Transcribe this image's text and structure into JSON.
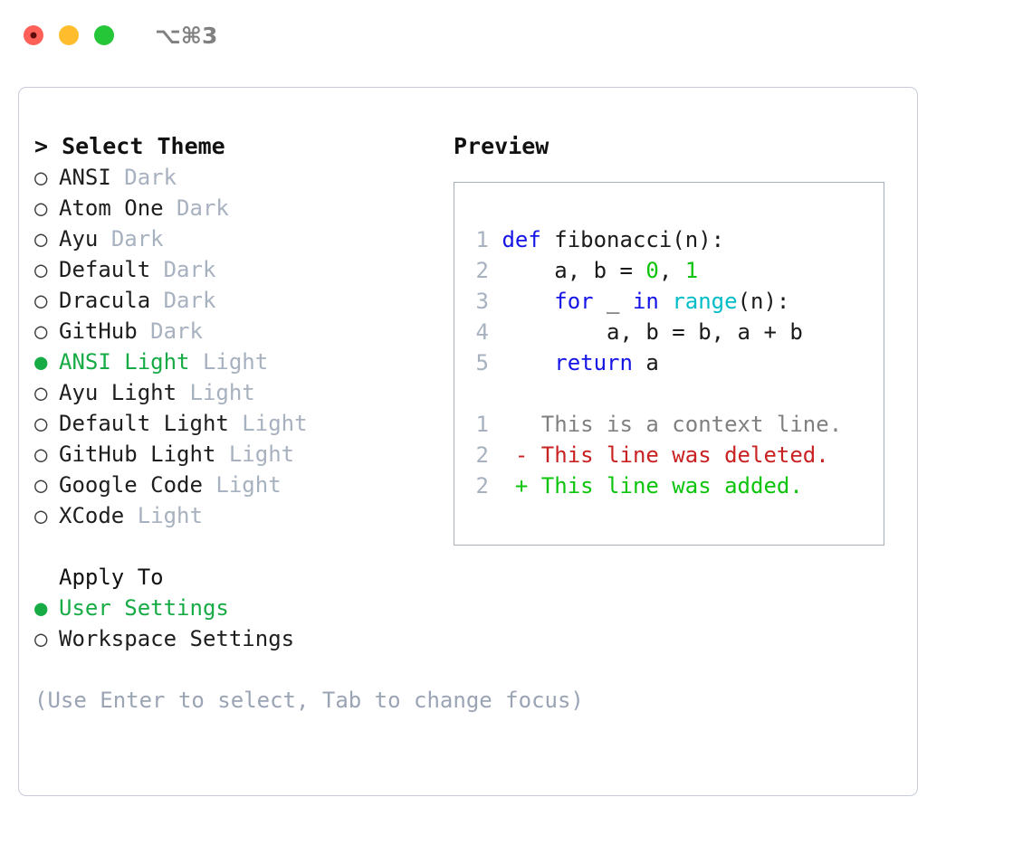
{
  "window": {
    "title": "⌥⌘3",
    "traffic_lights": [
      "close-red",
      "minimize-yellow",
      "zoom-green"
    ]
  },
  "theme_picker": {
    "header": "> Select Theme",
    "items": [
      {
        "marker": "○",
        "name": "ANSI",
        "variant": "Dark",
        "selected": false
      },
      {
        "marker": "○",
        "name": "Atom One",
        "variant": "Dark",
        "selected": false
      },
      {
        "marker": "○",
        "name": "Ayu",
        "variant": "Dark",
        "selected": false
      },
      {
        "marker": "○",
        "name": "Default",
        "variant": "Dark",
        "selected": false
      },
      {
        "marker": "○",
        "name": "Dracula",
        "variant": "Dark",
        "selected": false
      },
      {
        "marker": "○",
        "name": "GitHub",
        "variant": "Dark",
        "selected": false
      },
      {
        "marker": "●",
        "name": "ANSI Light",
        "variant": "Light",
        "selected": true
      },
      {
        "marker": "○",
        "name": "Ayu Light",
        "variant": "Light",
        "selected": false
      },
      {
        "marker": "○",
        "name": "Default Light",
        "variant": "Light",
        "selected": false
      },
      {
        "marker": "○",
        "name": "GitHub Light",
        "variant": "Light",
        "selected": false
      },
      {
        "marker": "○",
        "name": "Google Code",
        "variant": "Light",
        "selected": false
      },
      {
        "marker": "○",
        "name": "XCode",
        "variant": "Light",
        "selected": false
      }
    ]
  },
  "apply_to": {
    "header": "Apply To",
    "options": [
      {
        "marker": "●",
        "label": "User Settings",
        "selected": true
      },
      {
        "marker": "○",
        "label": "Workspace Settings",
        "selected": false
      }
    ]
  },
  "hint": "(Use Enter to select, Tab to change focus)",
  "preview": {
    "title": "Preview",
    "code_lines": [
      {
        "num": "1",
        "tokens": [
          {
            "text": "def ",
            "kind": "keyword"
          },
          {
            "text": "fibonacci(n):",
            "kind": "plain"
          }
        ]
      },
      {
        "num": "2",
        "tokens": [
          {
            "text": "    a, b = ",
            "kind": "plain"
          },
          {
            "text": "0",
            "kind": "number"
          },
          {
            "text": ", ",
            "kind": "plain"
          },
          {
            "text": "1",
            "kind": "number"
          }
        ]
      },
      {
        "num": "3",
        "tokens": [
          {
            "text": "    ",
            "kind": "plain"
          },
          {
            "text": "for",
            "kind": "keyword"
          },
          {
            "text": " _ ",
            "kind": "plain"
          },
          {
            "text": "in",
            "kind": "keyword"
          },
          {
            "text": " ",
            "kind": "plain"
          },
          {
            "text": "range",
            "kind": "function"
          },
          {
            "text": "(n):",
            "kind": "plain"
          }
        ]
      },
      {
        "num": "4",
        "tokens": [
          {
            "text": "        a, b = b, a + b",
            "kind": "plain"
          }
        ]
      },
      {
        "num": "5",
        "tokens": [
          {
            "text": "    ",
            "kind": "plain"
          },
          {
            "text": "return",
            "kind": "keyword"
          },
          {
            "text": " a",
            "kind": "plain"
          }
        ]
      }
    ],
    "diff_lines": [
      {
        "num": "1",
        "marker": " ",
        "text": " This is a context line.",
        "kind": "context"
      },
      {
        "num": "2",
        "marker": "-",
        "text": " This line was deleted.",
        "kind": "deleted"
      },
      {
        "num": "2",
        "marker": "+",
        "text": " This line was added.",
        "kind": "added"
      }
    ]
  },
  "colors": {
    "accent_green": "#17ab46",
    "muted": "#a7b1bf",
    "keyword": "#1414e6",
    "function": "#00bcc8",
    "number": "#0bc40b",
    "diff_deleted": "#c92222",
    "diff_added": "#0bc40b",
    "diff_context": "#808080",
    "panel_border": "#c7ccd6",
    "preview_border": "#a6aeba"
  }
}
